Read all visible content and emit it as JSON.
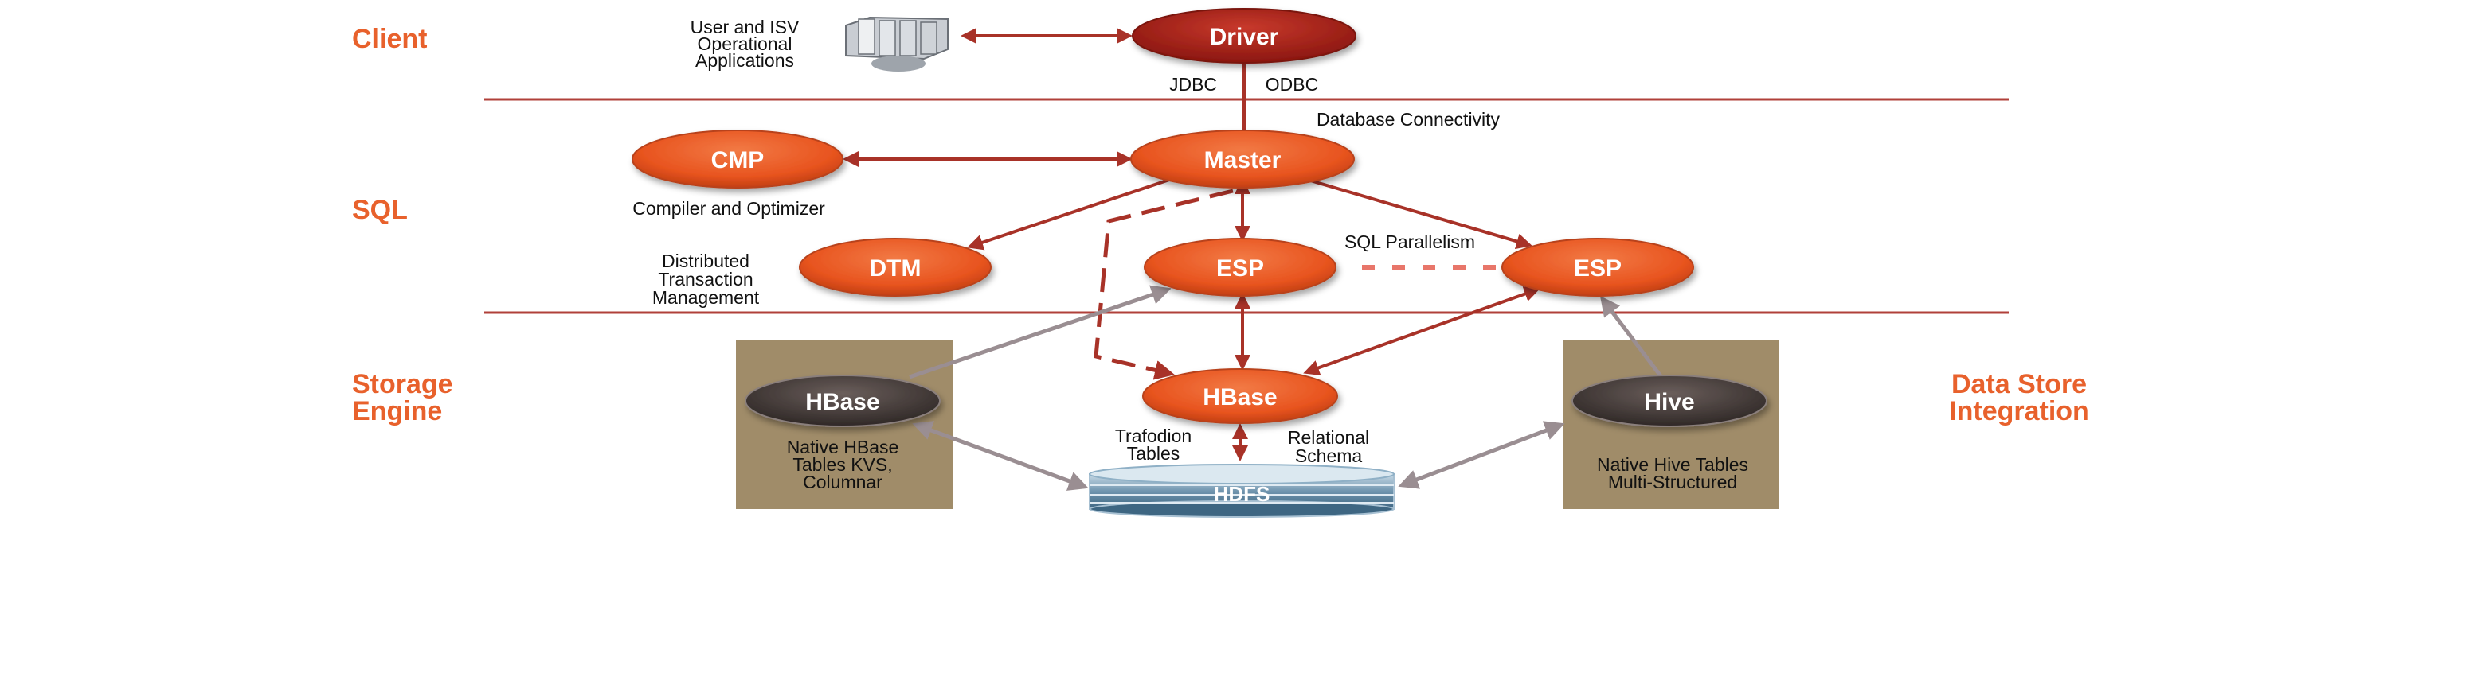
{
  "layers": {
    "client": "Client",
    "sql": "SQL",
    "storage_line1": "Storage",
    "storage_line2": "Engine",
    "datastore_line1": "Data Store",
    "datastore_line2": "Integration"
  },
  "client": {
    "apps_line1": "User and ISV",
    "apps_line2": "Operational",
    "apps_line3": "Applications",
    "driver": "Driver",
    "jdbc": "JDBC",
    "odbc": "ODBC",
    "connectivity": "Database Connectivity"
  },
  "sql": {
    "cmp": "CMP",
    "compiler": "Compiler and Optimizer",
    "master": "Master",
    "dtm": "DTM",
    "dtm_line1": "Distributed",
    "dtm_line2": "Transaction",
    "dtm_line3": "Management",
    "esp": "ESP",
    "esp2": "ESP",
    "parallelism": "SQL Parallelism"
  },
  "storage": {
    "hbase_native": "HBase",
    "hbase_native_line1": "Native HBase",
    "hbase_native_line2": "Tables KVS,",
    "hbase_native_line3": "Columnar",
    "hbase_trafodion": "HBase",
    "trafodion_line1": "Trafodion",
    "trafodion_line2": "Tables",
    "relational_line1": "Relational",
    "relational_line2": "Schema",
    "hdfs": "HDFS",
    "hive": "Hive",
    "hive_line1": "Native Hive Tables",
    "hive_line2": "Multi-Structured"
  },
  "colors": {
    "orange_node": "#e8541f",
    "driver_node": "#a51d14",
    "dark_node": "#4a403e",
    "tan_box": "#a08c69",
    "layer_text": "#e8612c",
    "divider": "#b0403a",
    "arrow_red": "#a83228",
    "arrow_gray": "#9a8e92"
  },
  "icons": {
    "apps": "server-stack-icon",
    "hdfs": "disk-stack-icon"
  }
}
